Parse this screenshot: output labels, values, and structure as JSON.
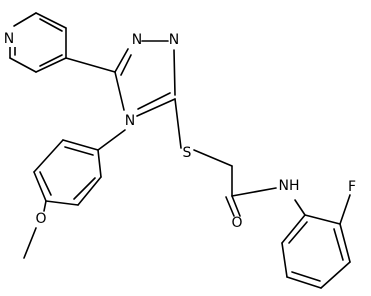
{
  "molecule": {
    "atoms": {
      "pyridine_n": "N",
      "triazole_n_top_left": "N",
      "triazole_n_top_right": "N",
      "triazole_n4": "N",
      "thioether_s": "S",
      "carbonyl_o": "O",
      "amide_nh": "NH",
      "fluoro_f": "F",
      "methoxy_o": "O"
    },
    "colors": {
      "bond": "#000000",
      "label": "#000000",
      "background": "#ffffff"
    }
  }
}
